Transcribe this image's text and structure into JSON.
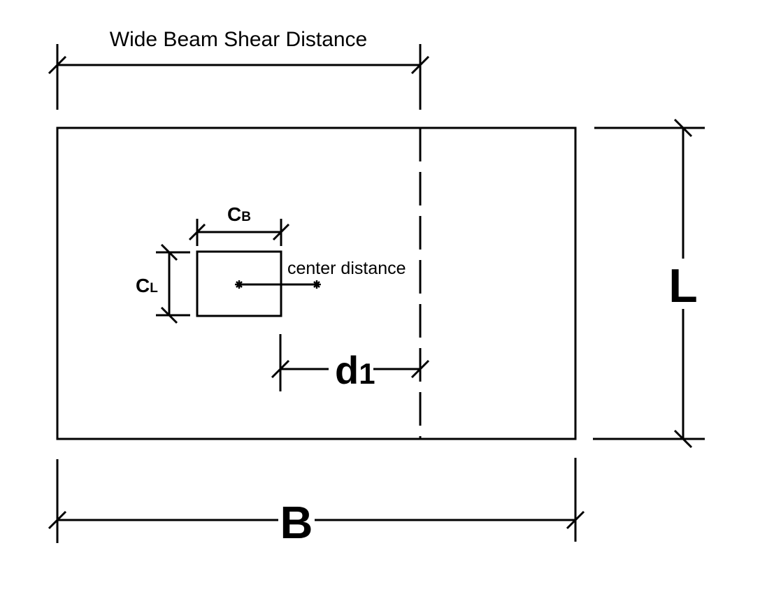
{
  "diagram": {
    "title": "Wide Beam Shear Distance",
    "colors": {
      "ink": "#000000",
      "background": "#ffffff"
    },
    "dimensions": {
      "wide_beam_shear": {
        "label": "Wide Beam Shear Distance"
      },
      "footing_length": {
        "label": "L"
      },
      "footing_breadth": {
        "label": "B"
      },
      "column_breadth": {
        "base": "C",
        "sub": "B"
      },
      "column_length": {
        "base": "C",
        "sub": "L"
      },
      "effective_depth": {
        "base": "d",
        "sub": "1"
      },
      "center_distance": {
        "label": "center distance"
      }
    }
  }
}
